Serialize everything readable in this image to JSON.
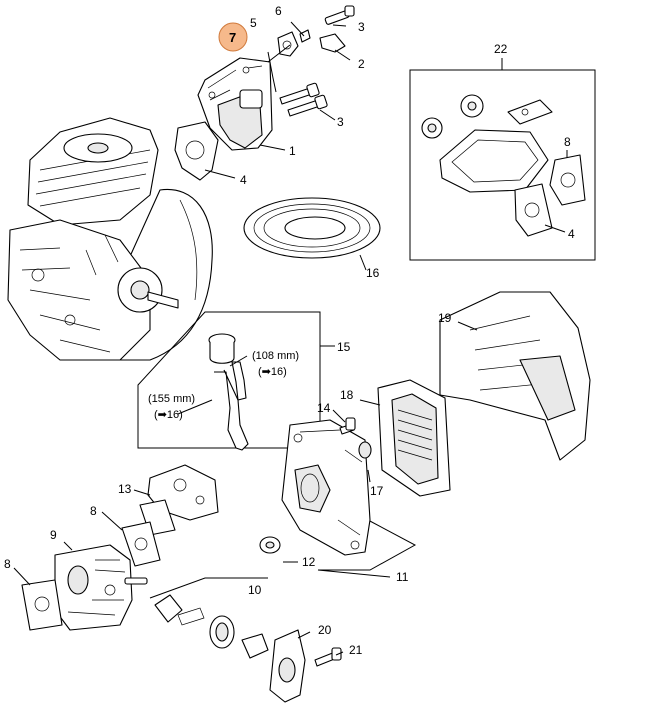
{
  "highlight_color": "#f6b98b",
  "highlight_border": "#d07a3c",
  "callouts": {
    "c1": "1",
    "c2": "2",
    "c3a": "3",
    "c3b": "3",
    "c4a": "4",
    "c4b": "4",
    "c5": "5",
    "c6": "6",
    "c7": "7",
    "c8a": "8",
    "c8b": "8",
    "c8c": "8",
    "c9": "9",
    "c10": "10",
    "c11": "11",
    "c12": "12",
    "c13": "13",
    "c14": "14",
    "c15": "15",
    "c16": "16",
    "c17": "17",
    "c18": "18",
    "c19": "19",
    "c20": "20",
    "c21": "21",
    "c22": "22"
  },
  "notes": {
    "n108": "(108 mm)",
    "n108ref": "(➡16)",
    "n155": "(155 mm)",
    "n155ref": "(➡16)"
  }
}
